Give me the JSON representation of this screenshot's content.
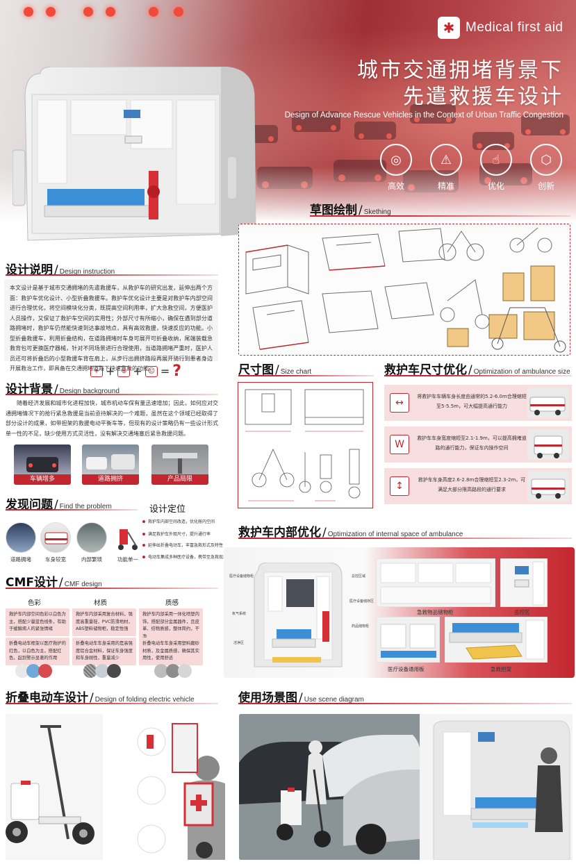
{
  "brand": {
    "logo_text": "Medical first aid"
  },
  "hero": {
    "title_line1": "城市交通拥堵背景下",
    "title_line2": "先遣救援车设计",
    "subtitle": "Design of Advance Rescue Vehicles in the Context of Urban Traffic Congestion",
    "features": [
      {
        "label": "高效",
        "icon": "target-icon"
      },
      {
        "label": "精准",
        "icon": "siren-icon"
      },
      {
        "label": "优化",
        "icon": "hand-pointer-icon"
      },
      {
        "label": "创新",
        "icon": "cube-icon"
      }
    ]
  },
  "sketch": {
    "title": "草图绘制",
    "title_en": "Skething"
  },
  "design_instruction": {
    "title": "设计说明",
    "title_en": "Design instruction",
    "text": "本文设计是基于城市交通拥堵的先遣救援车，从救护车的研究出发，延伸出两个方面：救护车优化设计、小型折叠救援车。救护车优化设计主要是对救护车内部空间进行合理优化，将空间模块化分类，既提高空间利用率，扩大急救空间，方便医护人员操作，又保证了救护车空间的实用性；外部尺寸有所缩小，确保在遇到部分道路拥堵时，救护车仍然能快速到达事故地点，具有高效救援，快速反应的功能。小型折叠救援车，利用折叠结构，在道路拥堵时车身可展开可折叠收纳，尾端装载急救背包可更换医疗器械，针对不同场景进行合理使用，当道路拥堵严重时，医护人员还可将折叠后的小型救援车背在肩上，从步行出拥挤路段再展开骑行到患者身边开展救治工作，即具备在交通拥堵道路下快速急救的功能。"
  },
  "design_background": {
    "title": "设计背景",
    "title_en": "Design background",
    "text": "随着经济发展和城市化进程加快，城市机动车保有量迅速增加；因此，如何应对交通拥堵情况下的抢行紧急救援是当前亟待解决的一个难题，虽然在这个领域已经取得了部分设计的成果，如带担架的救援电动平衡车等，但现有的设计策略仍有一些设计形式单一性的不足，缺少使用方式灵活性，没有解决交通堵塞后紧急救援问题。",
    "photos": [
      "车辆增多",
      "道路拥挤",
      "产品局限"
    ]
  },
  "find_problem": {
    "title": "发现问题",
    "title_en": "Find the problem",
    "items": [
      "道路拥堵",
      "车身较宽",
      "内部繁琐",
      "功能单一"
    ]
  },
  "positioning": {
    "title": "设计定位",
    "items": [
      "救护车内部空间改造，优化舱内空间",
      "满足救护车外观尺寸，提升通行率",
      "延伸出折叠电动车，丰富急救形式及特性",
      "电动车集成多种医疗设备，携带至急救现场"
    ]
  },
  "cmf": {
    "title": "CMF设计",
    "title_en": "CMF design",
    "columns": [
      {
        "head": "色彩",
        "box1": "救护车内部空间色彩以白色为主，搭配少量蓝色线条，有助于缓解病人的紧张情绪",
        "box2": "折叠电动车框架以医疗救护的红色，以白色为主，搭配红色，起到警示显著的作用"
      },
      {
        "head": "材质",
        "box1": "救护车内部采用复合材料，强度高重量轻，PVC防滑地材，ABS塑料储物柜，稳定性强",
        "box2": "折叠电动车车身采用的是高强度铝合金材料，保证车身强度和车身刚性，重量减少"
      },
      {
        "head": "质感",
        "box1": "救护车内部采用一体化喷塑内饰，搭配部分金属器件，且皮革、纺物质感，整体简约，干净",
        "box2": "折叠电动车车身采用塑料磨砂材质，及金属质感，确保其实用性，使用舒适"
      }
    ],
    "colors": [
      "#e8e8e8",
      "#6fa8d9",
      "#d94a4f"
    ]
  },
  "size_chart": {
    "title": "尺寸图",
    "title_en": "Size chart"
  },
  "ambulance_opt": {
    "title": "救护车尺寸优化",
    "title_en": "Optimization of ambulance size",
    "rows": [
      {
        "icon": "↔",
        "text": "将救护车车辆车身长度由通常的5.2-6.0m合理缩短至5-5.5m，可大幅提高通行能力"
      },
      {
        "icon": "W",
        "text": "救护车车身宽度缩短至2.1-1.9m，可以提高拥堵道路的通行能力，保证车内操作空间"
      },
      {
        "icon": "↕",
        "text": "救护车车身高度2.6-2.8m合理缩短至2.3-2m，可满足大部分限高路段的通行要求"
      }
    ]
  },
  "interior": {
    "title": "救护车内部优化",
    "title_en": "Optimization of internal space of ambulance",
    "labels": [
      "急救物品储物柜",
      "总控区",
      "医疗设备通用板",
      "急救担架"
    ],
    "callouts_left": [
      "医疗设备储物柜",
      "氧气系统",
      "洁净区"
    ],
    "callouts_right": [
      "总控区域",
      "医疗设备储存区",
      "药品储物柜"
    ]
  },
  "folding": {
    "title": "折叠电动车设计",
    "title_en": "Design of folding electric vehicle"
  },
  "scene": {
    "title": "使用场景图",
    "title_en": "Use scene diagram"
  }
}
